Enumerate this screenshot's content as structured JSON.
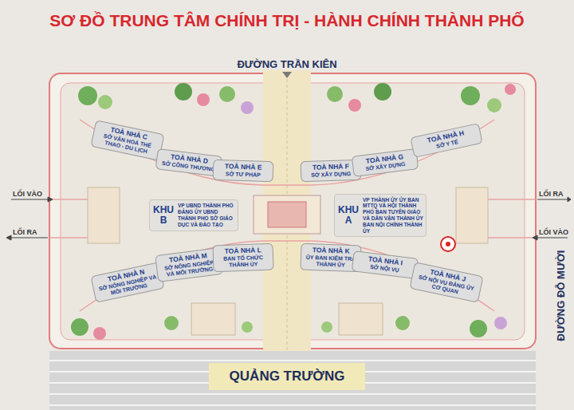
{
  "diagram": {
    "title": "SƠ ĐỒ TRUNG TÂM CHÍNH TRỊ - HÀNH CHÍNH THÀNH PHỐ",
    "nodes": [
      {
        "text": [
          "TOÀ NHÀ C",
          "SỞ VĂN HOÁ THỂ THAO - DU LỊCH"
        ]
      },
      {
        "text": [
          "TOÀ NHÀ D",
          "SỞ CÔNG THƯƠNG"
        ]
      },
      {
        "text": [
          "TOÀ NHÀ E",
          "SỞ TƯ PHÁP"
        ]
      },
      {
        "text": [
          "TOÀ NHÀ F",
          "SỞ XÂY DỰNG"
        ]
      },
      {
        "text": [
          "TOÀ NHÀ G",
          "SỞ XÂY DỰNG"
        ]
      },
      {
        "text": [
          "TOÀ NHÀ H",
          "SỞ Y TẾ"
        ]
      },
      {
        "text": [
          "KHU B",
          "VP UBND THÀNH PHỐ ĐẢNG ỦY UBND THÀNH PHỐ SỞ GIÁO DỤC VÀ ĐÀO TẠO"
        ]
      },
      {
        "text": [
          "KHU A",
          "VP THÀNH ỦY ỦY BAN MTTQ VÀ HỘI THÀNH PHỐ BAN TUYÊN GIÁO VÀ DÂN VẬN THÀNH ỦY BAN NỘI CHÍNH THÀNH ỦY"
        ]
      },
      {
        "text": [
          "TOÀ NHÀ N",
          "SỞ NÔNG NGHIỆP VÀ MÔI TRƯỜNG"
        ]
      },
      {
        "text": [
          "TOÀ NHÀ M",
          "SỞ NÔNG NGHIỆP VÀ MÔI TRƯỜNG"
        ]
      },
      {
        "text": [
          "TOÀ NHÀ L",
          "BAN TỔ CHỨC THÀNH ỦY"
        ]
      },
      {
        "text": [
          "TOÀ NHÀ K",
          "ỦY BAN KIỂM TRA THÀNH ỦY"
        ]
      },
      {
        "text": [
          "TOÀ NHÀ I",
          "SỞ NỘI VỤ"
        ]
      },
      {
        "text": [
          "TOÀ NHÀ J",
          "SỞ NỘI VỤ ĐẢNG ỦY CƠ QUAN"
        ]
      }
    ],
    "labels": [
      "ĐƯỜNG TRẦN KIÊN",
      "ĐƯỜNG ĐỖ MƯỜI",
      "QUẢNG TRƯỜNG",
      "LỐI VÀO",
      "LỐI RA",
      "LỐI RA",
      "LỐI VÀO"
    ]
  }
}
